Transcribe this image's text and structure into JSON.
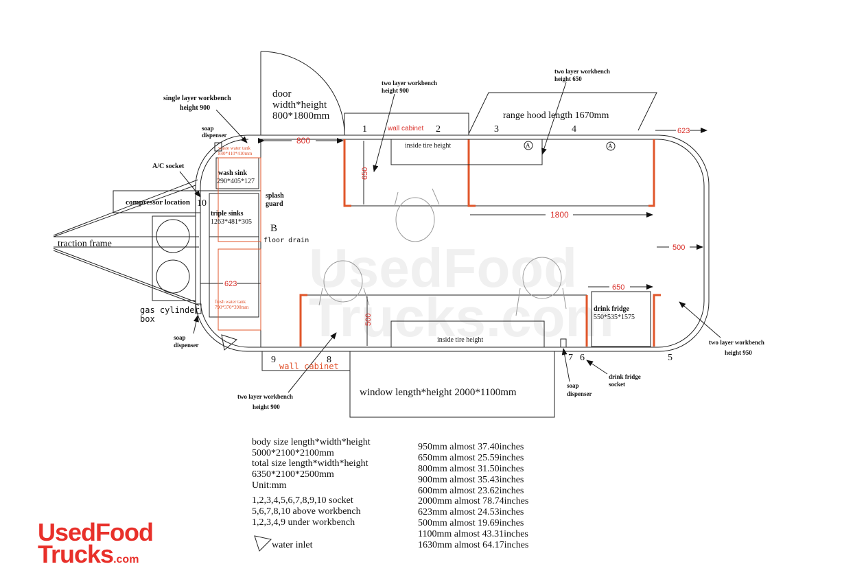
{
  "labels": {
    "door": [
      "door",
      "width*height",
      "800*1800mm"
    ],
    "single_workbench": [
      "single layer workbench",
      "height 900"
    ],
    "two_layer_top1": [
      "two layer workbench",
      "height 900"
    ],
    "two_layer_top2": [
      "two layer workbench",
      "height 650"
    ],
    "range_hood": "range hood length 1670mm",
    "wall_cabinet_top": "wall cabinet",
    "wall_cabinet_bottom": "wall cabinet",
    "inside_tire_top": "inside tire height",
    "inside_tire_bottom": "inside tire height",
    "soap_top": [
      "soap",
      "dispenser"
    ],
    "soap_left": [
      "soap",
      "dispenser"
    ],
    "soap_bottom": [
      "soap",
      "dispenser"
    ],
    "waste_tank": [
      "waste water tank",
      "840*410*410mm"
    ],
    "wash_sink": [
      "wash sink",
      "290*405*127"
    ],
    "ac_socket": "A/C socket",
    "compressor": "compressor location",
    "triple_sinks": [
      "triple sinks",
      "1263*481*305"
    ],
    "splash_guard": [
      "splash",
      "guard"
    ],
    "floor_drain_letter": "B",
    "floor_drain": "floor drain",
    "traction_frame": "traction frame",
    "fresh_tank": [
      "fresh water tank",
      "790*370*390mm"
    ],
    "gas_box": [
      "gas cylinder",
      "box"
    ],
    "drink_fridge": [
      "drink fridge",
      "550*535*1575"
    ],
    "drink_fridge_socket": [
      "drink fridge",
      "socket"
    ],
    "two_layer_bottom_left": [
      "two layer workbench",
      "height 900"
    ],
    "two_layer_right": [
      "two layer workbench",
      "height 950"
    ],
    "window": "window length*height 2000*1100mm",
    "hood_mark": "A",
    "sockets": [
      "1",
      "2",
      "3",
      "4",
      "5",
      "6",
      "7",
      "8",
      "9",
      "10"
    ]
  },
  "dimensions": {
    "door_gap": "800",
    "bench_depth_top": "650",
    "bench_length": "1800",
    "right_gap": "500",
    "top_right": "623",
    "left_623": "623",
    "bench_depth_bottom": "500",
    "fridge_width": "650"
  },
  "notes": {
    "left": [
      "body size length*width*height",
      "5000*2100*2100mm",
      "total size length*width*height",
      "6350*2100*2500mm",
      "Unit:mm",
      "1,2,3,4,5,6,7,8,9,10 socket",
      "5,6,7,8,10 above workbench",
      "1,2,3,4,9 under workbench"
    ],
    "water_inlet": "water inlet",
    "conversions": [
      "950mm almost 37.40inches",
      "650mm almost 25.59inches",
      "800mm almost 31.50inches",
      "900mm almost 35.43inches",
      "600mm almost 23.62inches",
      "2000mm almost 78.74inches",
      "623mm almost 24.53inches",
      "500mm almost 19.69inches",
      "1100mm almost 43.31inches",
      "1630mm almost 64.17inches"
    ]
  },
  "logo": {
    "line1": "UsedFood",
    "line2": "Trucks",
    "suffix": ".com"
  },
  "watermark": {
    "line1": "UsedFood",
    "line2": "Trucks.com"
  },
  "colors": {
    "accent": "#e0562a",
    "dimension": "#d9302a",
    "logo": "#e8302a"
  }
}
